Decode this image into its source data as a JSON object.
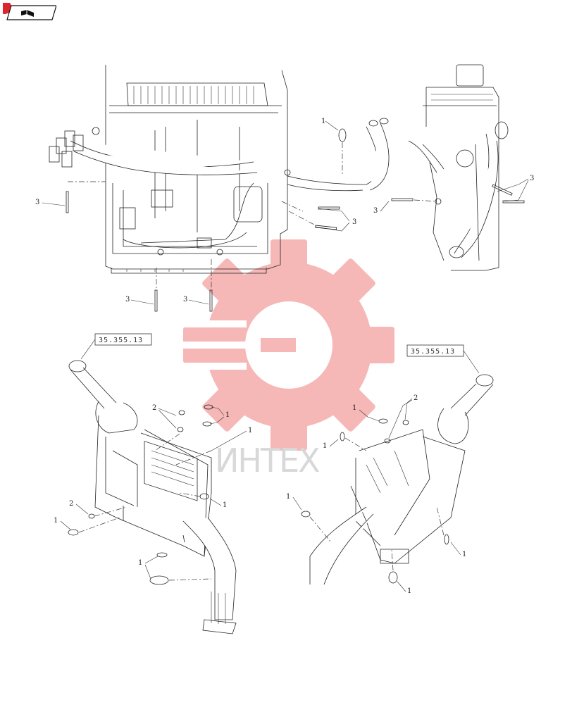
{
  "watermark": {
    "text": "ИНТЕХ",
    "colors": {
      "gear": "#f08a8a",
      "text": "#d0d0d0"
    }
  },
  "nav": {
    "icon": "open-book-icon",
    "badge_color": "#e0242c"
  },
  "references": {
    "left": "35.355.13",
    "right": "35.355.13"
  },
  "callouts": {
    "top_1": "1",
    "top_3a": "3",
    "top_3b": "3",
    "top_3c": "3",
    "top_3d": "3",
    "top_3e": "3",
    "top_3f": "3",
    "left_2a": "2",
    "left_1a": "1",
    "left_1b": "1",
    "left_1c": "1",
    "left_2b": "2",
    "left_1d": "1",
    "left_1e": "1",
    "right_1a": "1",
    "right_2": "2",
    "right_1b": "1",
    "right_1c": "1",
    "right_1d": "1",
    "right_1e": "1"
  }
}
